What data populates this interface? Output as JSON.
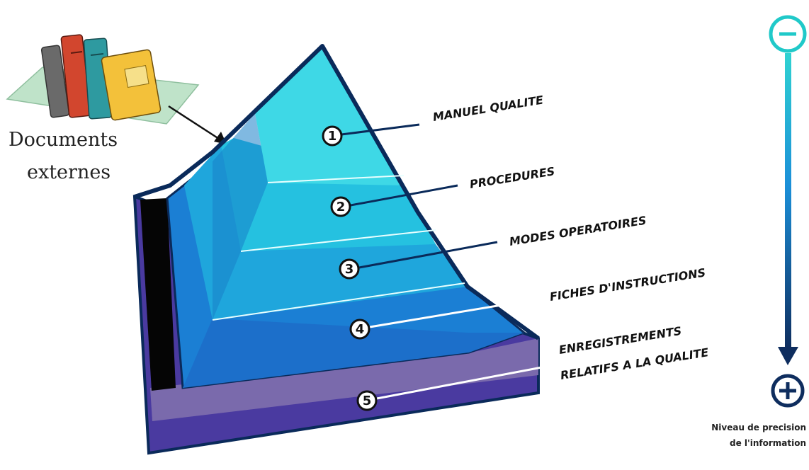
{
  "external_documents": {
    "line1": "Documents",
    "line2": "externes"
  },
  "levels": [
    {
      "number": "1",
      "label_lines": [
        "MANUEL QUALITE"
      ]
    },
    {
      "number": "2",
      "label_lines": [
        "PROCEDURES"
      ]
    },
    {
      "number": "3",
      "label_lines": [
        "MODES OPERATOIRES"
      ]
    },
    {
      "number": "4",
      "label_lines": [
        "FICHES D'INSTRUCTIONS"
      ]
    },
    {
      "number": "5",
      "label_lines": [
        "ENREGISTREMENTS",
        "RELATIFS A LA QUALITE"
      ]
    }
  ],
  "precision_scale": {
    "top_symbol": "−",
    "bottom_symbol": "+",
    "label_line1": "Niveau de precision",
    "label_line2": "de l'information"
  },
  "colors": {
    "level1": "#3ed8e6",
    "level2": "#25c1e0",
    "level3": "#1fa6dc",
    "level4": "#1b7fd4",
    "level5": "#4a3aa0",
    "outline": "#0a2a5a",
    "scale_top": "#20c9c9",
    "scale_bottom": "#0e2d5e"
  }
}
